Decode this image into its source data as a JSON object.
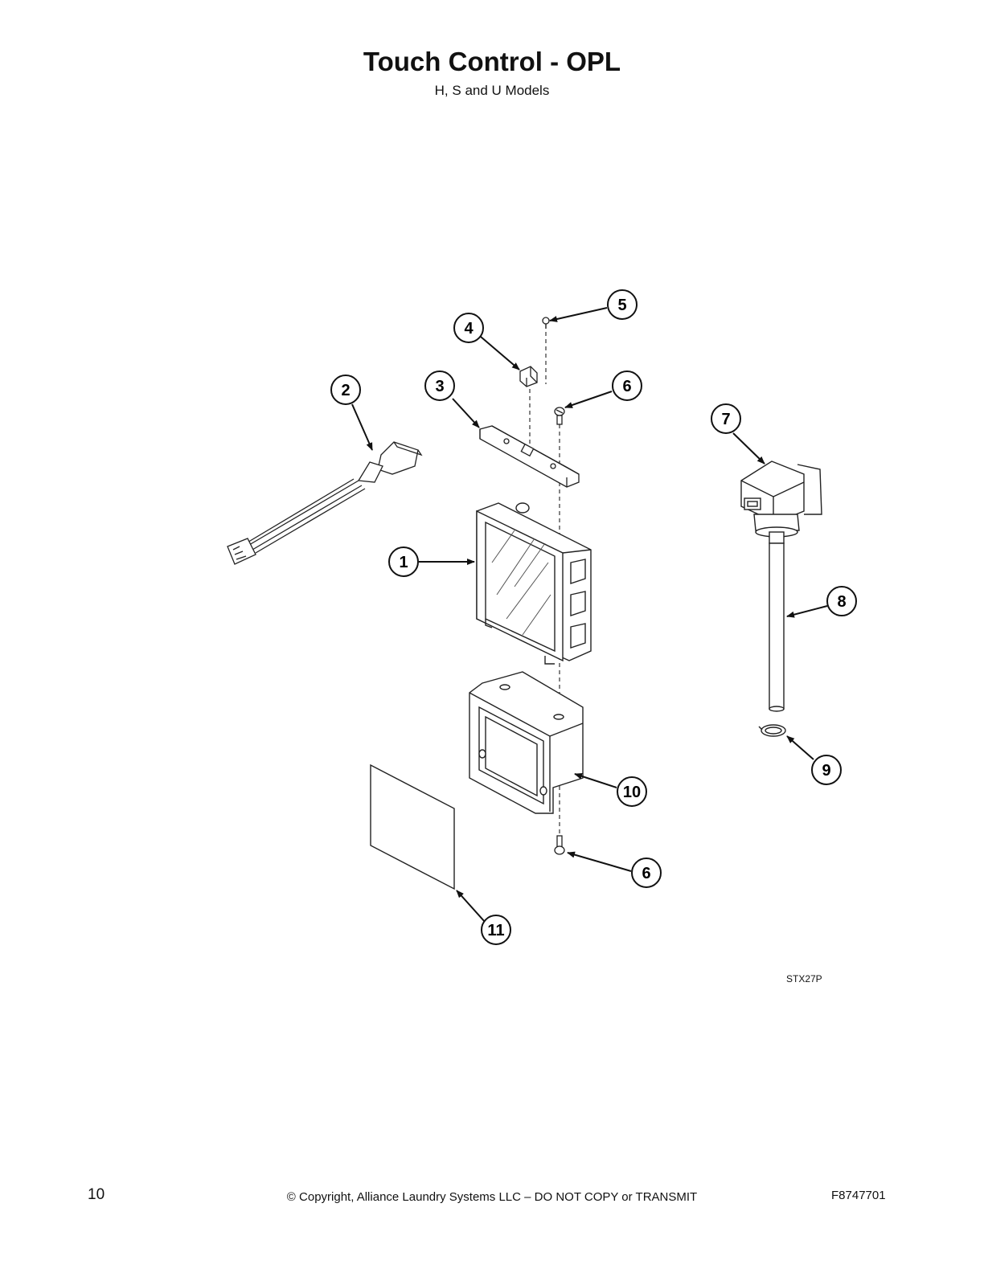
{
  "header": {
    "title": "Touch Control - OPL",
    "subtitle": "H, S and U Models"
  },
  "callouts": [
    {
      "id": "c1",
      "label": "1"
    },
    {
      "id": "c2",
      "label": "2"
    },
    {
      "id": "c3",
      "label": "3"
    },
    {
      "id": "c4",
      "label": "4"
    },
    {
      "id": "c5",
      "label": "5"
    },
    {
      "id": "c6a",
      "label": "6"
    },
    {
      "id": "c6b",
      "label": "6"
    },
    {
      "id": "c7",
      "label": "7"
    },
    {
      "id": "c8",
      "label": "8"
    },
    {
      "id": "c9",
      "label": "9"
    },
    {
      "id": "c10",
      "label": "10"
    },
    {
      "id": "c11",
      "label": "11"
    }
  ],
  "figure_id": "STX27P",
  "footer": {
    "page_number": "10",
    "copyright": "© Copyright, Alliance Laundry Systems LLC – DO NOT COPY or TRANSMIT",
    "doc_number": "F8747701"
  }
}
